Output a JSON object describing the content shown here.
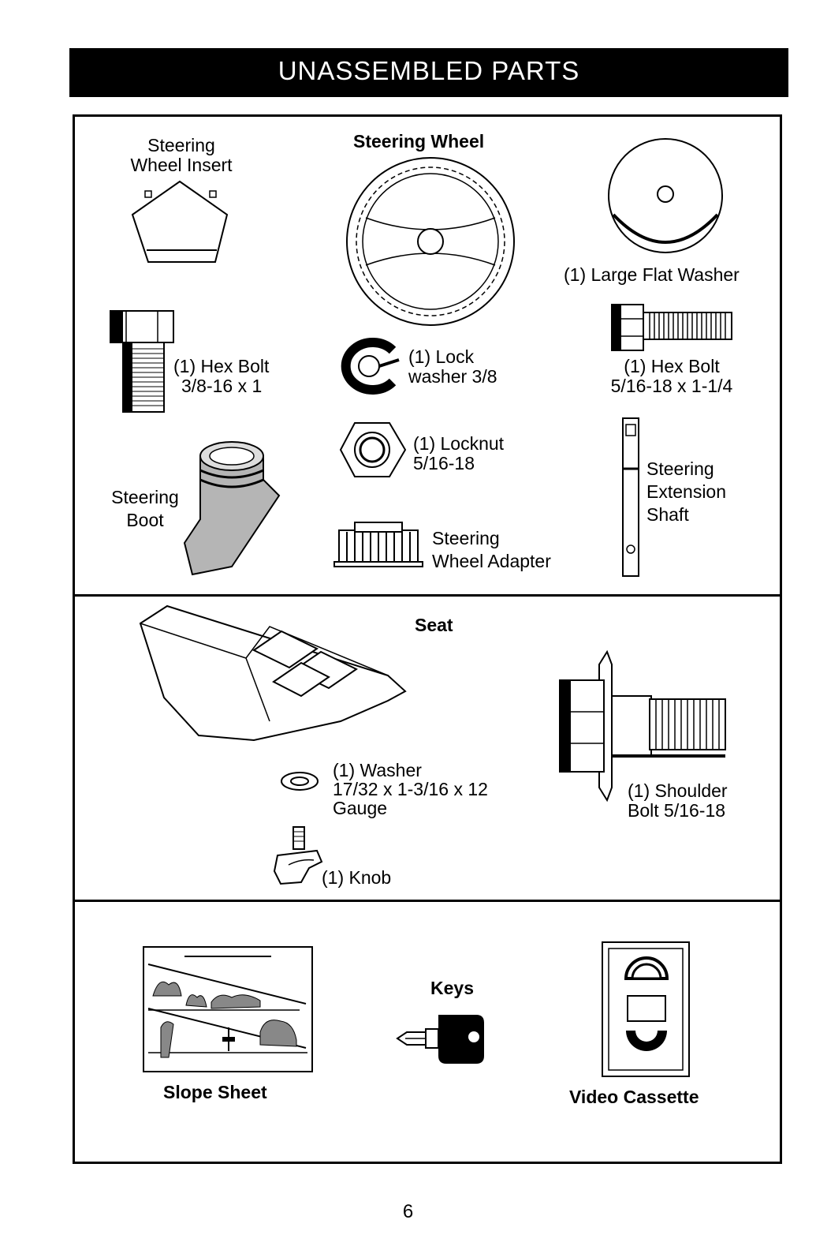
{
  "banner": {
    "title": "UNASSEMBLED PARTS"
  },
  "parts": {
    "steering_wheel_insert": {
      "line1": "Steering",
      "line2": "Wheel Insert"
    },
    "steering_wheel": {
      "label": "Steering Wheel"
    },
    "large_flat_washer": {
      "label": "(1) Large Flat Washer"
    },
    "hex_bolt_a": {
      "line1": "(1) Hex Bolt",
      "line2": "3/8-16 x 1"
    },
    "lock_washer": {
      "line1": "(1) Lock",
      "line2": "washer  3/8"
    },
    "hex_bolt_b": {
      "line1": "(1) Hex Bolt",
      "line2": "5/16-18 x 1-1/4"
    },
    "locknut": {
      "line1": "(1) Locknut",
      "line2": "5/16-18"
    },
    "steering_extension_shaft": {
      "line1": "Steering",
      "line2": "Extension",
      "line3": "Shaft"
    },
    "steering_boot": {
      "line1": "Steering",
      "line2": "Boot"
    },
    "steering_wheel_adapter": {
      "line1": "Steering",
      "line2": "Wheel Adapter"
    },
    "seat": {
      "label": "Seat"
    },
    "washer": {
      "line1": "(1) Washer",
      "line2": "17/32 x 1-3/16 x 12",
      "line3": "Gauge"
    },
    "shoulder_bolt": {
      "line1": "(1) Shoulder",
      "line2": "Bolt  5/16-18"
    },
    "knob": {
      "label": "(1) Knob"
    },
    "slope_sheet": {
      "label": "Slope Sheet"
    },
    "keys": {
      "label": "Keys"
    },
    "video_cassette": {
      "label": "Video Cassette"
    }
  },
  "page_number": "6"
}
